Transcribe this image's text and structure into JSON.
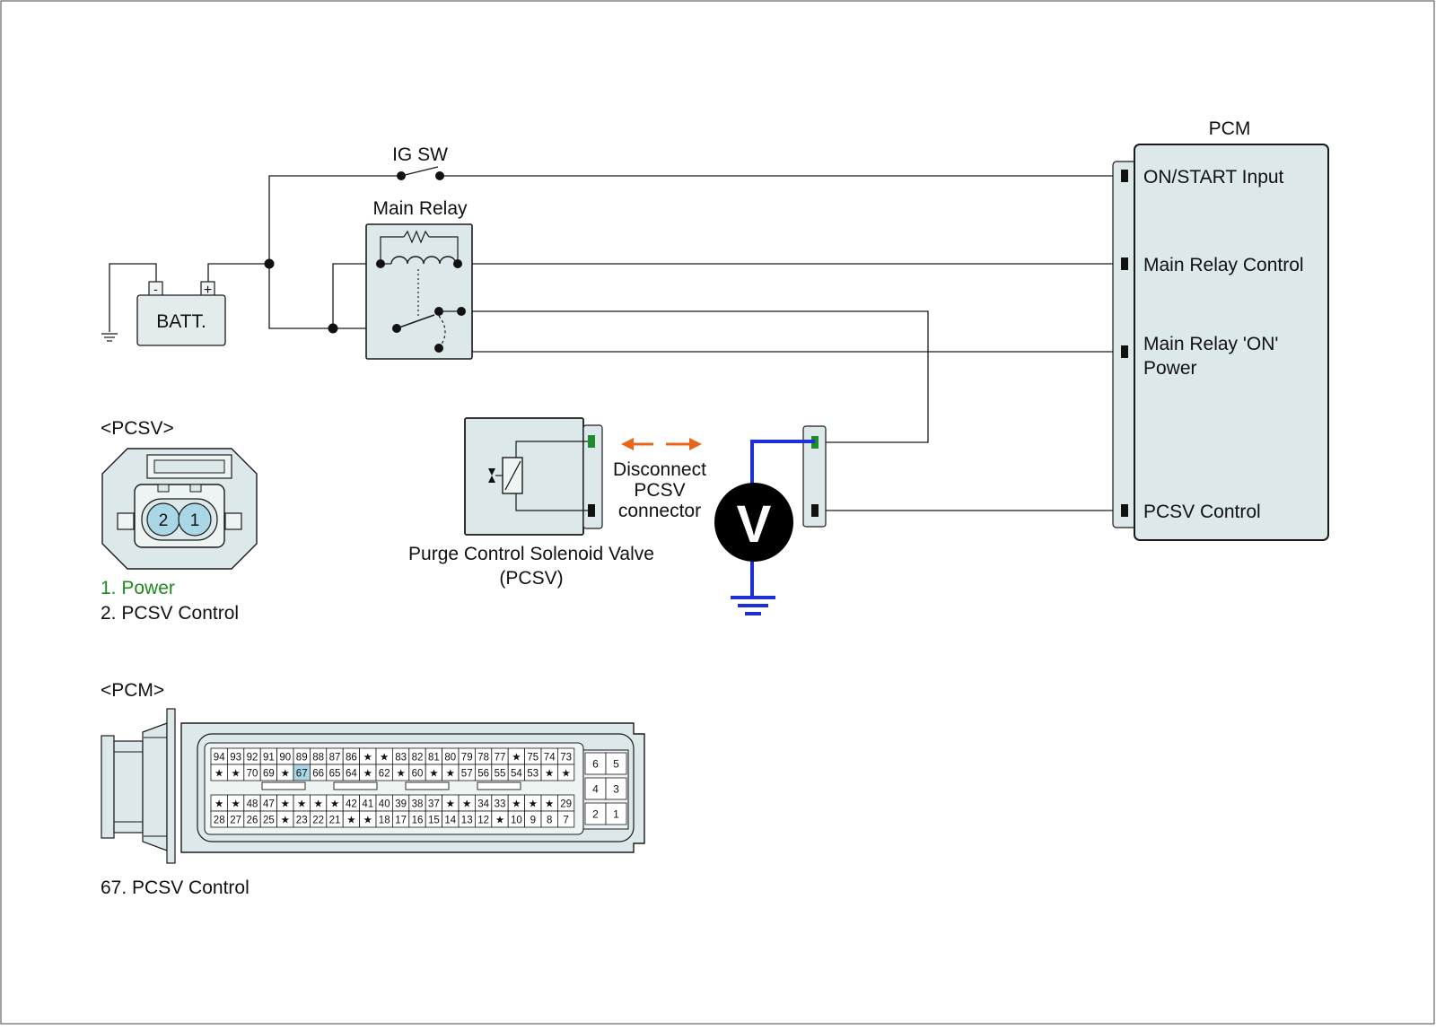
{
  "colors": {
    "wire": "#1a1a1a",
    "module_fill": "#dce8ea",
    "body_fill": "#eef3f4",
    "meter_probe": "#1f2fd6",
    "arrow": "#e8661c",
    "power_text": "#1f8a1f",
    "pin_power": "#1e8c2a",
    "pin_highlight": "#a9d7e6"
  },
  "labels": {
    "ig_sw": "IG SW",
    "main_relay": "Main Relay",
    "batt": "BATT.",
    "batt_minus": "-",
    "batt_plus": "+",
    "voltmeter": "V",
    "pcsv_name_line1": "Purge Control Solenoid Valve",
    "pcsv_name_line2": "(PCSV)",
    "disconnect_line1": "Disconnect",
    "disconnect_line2": "PCSV",
    "disconnect_line3": "connector"
  },
  "pcm": {
    "title": "PCM",
    "pins": {
      "on_start": "ON/START Input",
      "main_relay_control": "Main Relay Control",
      "main_relay_on_line1": "Main Relay 'ON'",
      "main_relay_on_line2": "Power",
      "pcsv_control": "PCSV Control"
    }
  },
  "pcsv_connector": {
    "title": "<PCSV>",
    "pin2": "2",
    "pin1": "1",
    "legend_power": "1. Power",
    "legend_control": "2. PCSV Control"
  },
  "pcm_connector": {
    "title": "<PCM>",
    "legend": "67. PCSV Control",
    "highlight_pin": "67",
    "rows": [
      [
        "94",
        "93",
        "92",
        "91",
        "90",
        "89",
        "88",
        "87",
        "86",
        "★",
        "★",
        "83",
        "82",
        "81",
        "80",
        "79",
        "78",
        "77",
        "★",
        "75",
        "74",
        "73"
      ],
      [
        "★",
        "★",
        "70",
        "69",
        "★",
        "67",
        "66",
        "65",
        "64",
        "★",
        "62",
        "★",
        "60",
        "★",
        "★",
        "57",
        "56",
        "55",
        "54",
        "53",
        "★",
        "★"
      ],
      [
        "★",
        "★",
        "48",
        "47",
        "★",
        "★",
        "★",
        "★",
        "42",
        "41",
        "40",
        "39",
        "38",
        "37",
        "★",
        "★",
        "34",
        "33",
        "★",
        "★",
        "★",
        "29"
      ],
      [
        "28",
        "27",
        "26",
        "25",
        "★",
        "23",
        "22",
        "21",
        "★",
        "★",
        "18",
        "17",
        "16",
        "15",
        "14",
        "13",
        "12",
        "★",
        "10",
        "9",
        "8",
        "7"
      ]
    ],
    "small_block": [
      [
        "6",
        "5"
      ],
      [
        "4",
        "3"
      ],
      [
        "2",
        "1"
      ]
    ]
  }
}
